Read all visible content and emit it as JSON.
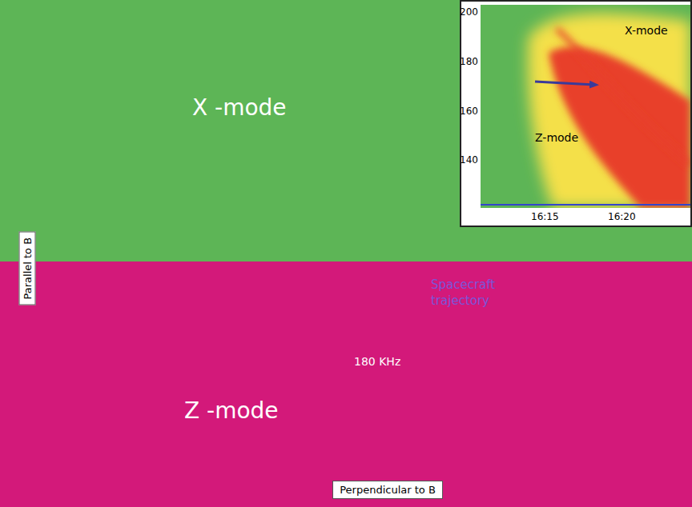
{
  "diagram": {
    "nodes": [
      {
        "text": [
          "X -mode"
        ]
      },
      {
        "text": [
          "Z -mode"
        ]
      },
      {
        "text": [
          "X-mode",
          "Z-mode"
        ]
      },
      {
        "text": [
          "Parallel to B"
        ]
      },
      {
        "text": [
          "Perpendicular to B"
        ]
      }
    ],
    "labels": [
      "180 KHz",
      "Spacecraft trajectory",
      "200",
      "180",
      "160",
      "140",
      "16:15",
      "16:20"
    ]
  }
}
